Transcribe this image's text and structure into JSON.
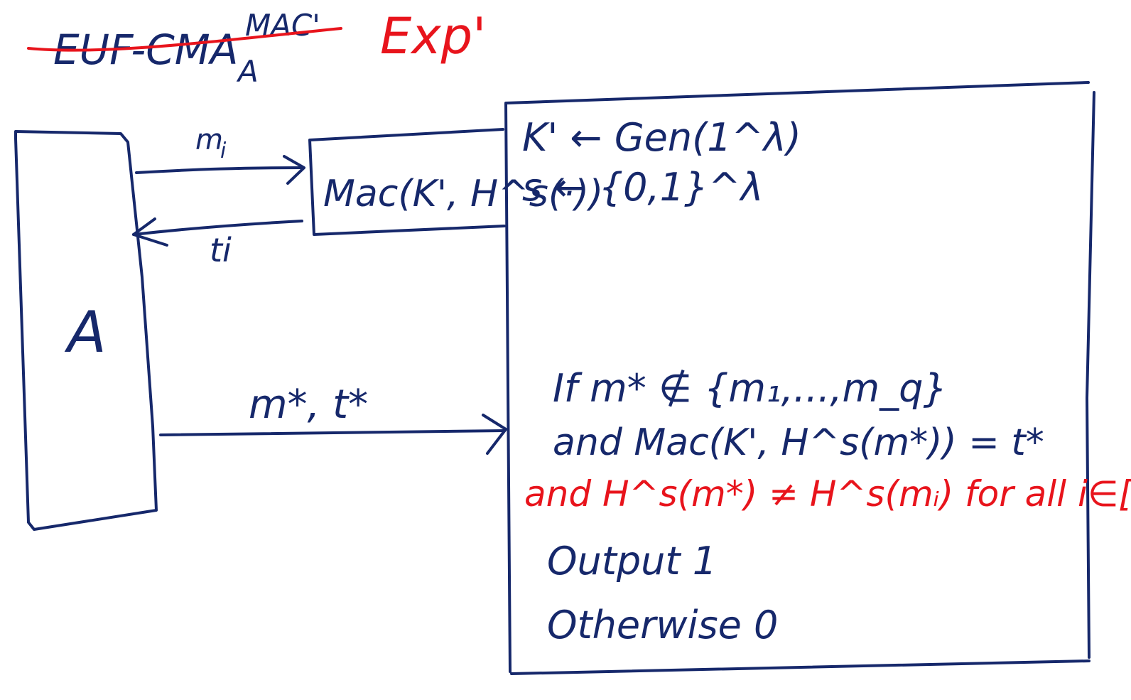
{
  "title": {
    "struck_text": "EUF-CMA",
    "superscript": "MAC'",
    "subscript": "A",
    "replacement": "Exp'"
  },
  "adversary": {
    "label": "A"
  },
  "arrows": {
    "query": "m",
    "query_sub": "i",
    "response": "ti",
    "forgery": "m*, t*"
  },
  "oracle": {
    "label": "Mac(K', H^s(·))"
  },
  "challenger": {
    "line1": "K' ← Gen(1^λ)",
    "line2": "s ← {0,1}^λ",
    "cond1": "If m* ∉ {m₁,...,m_q}",
    "cond2": "and Mac(K', H^s(m*)) = t*",
    "cond3_red": "and H^s(m*) ≠ H^s(mᵢ) for all i∈[q]",
    "out1": "Output 1",
    "out2": "Otherwise 0"
  },
  "colors": {
    "ink": "#16286b",
    "correction": "#e8141c"
  }
}
